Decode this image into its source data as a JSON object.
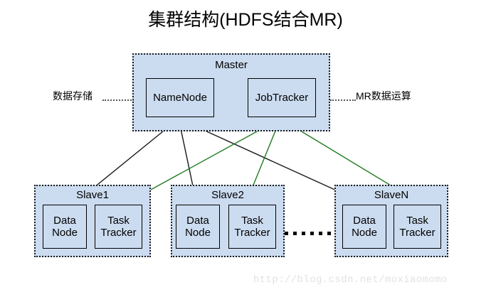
{
  "title": "集群结构(HDFS结合MR)",
  "colors": {
    "box_fill": "#ccdcf0",
    "box_border": "#000000",
    "hdfs_arrow": "#1a1a1a",
    "mr_arrow": "#1f7a1f",
    "watermark": "#e2e2e2",
    "background": "#ffffff"
  },
  "master": {
    "label": "Master",
    "nodes": [
      {
        "id": "namenode",
        "label": "NameNode"
      },
      {
        "id": "jobtracker",
        "label": "JobTracker"
      }
    ]
  },
  "annotations": {
    "left": "数据存储",
    "right": "MR数据运算"
  },
  "slaves": [
    {
      "label": "Slave1",
      "nodes": [
        {
          "id": "datanode",
          "line1": "Data",
          "line2": "Node"
        },
        {
          "id": "tasktracker",
          "line1": "Task",
          "line2": "Tracker"
        }
      ]
    },
    {
      "label": "Slave2",
      "nodes": [
        {
          "id": "datanode",
          "line1": "Data",
          "line2": "Node"
        },
        {
          "id": "tasktracker",
          "line1": "Task",
          "line2": "Tracker"
        }
      ]
    },
    {
      "label": "SlaveN",
      "nodes": [
        {
          "id": "datanode",
          "line1": "Data",
          "line2": "Node"
        },
        {
          "id": "tasktracker",
          "line1": "Task",
          "line2": "Tracker"
        }
      ]
    }
  ],
  "ellipsis": "......",
  "watermark": "http://blog.csdn.net/moxiaomomo"
}
